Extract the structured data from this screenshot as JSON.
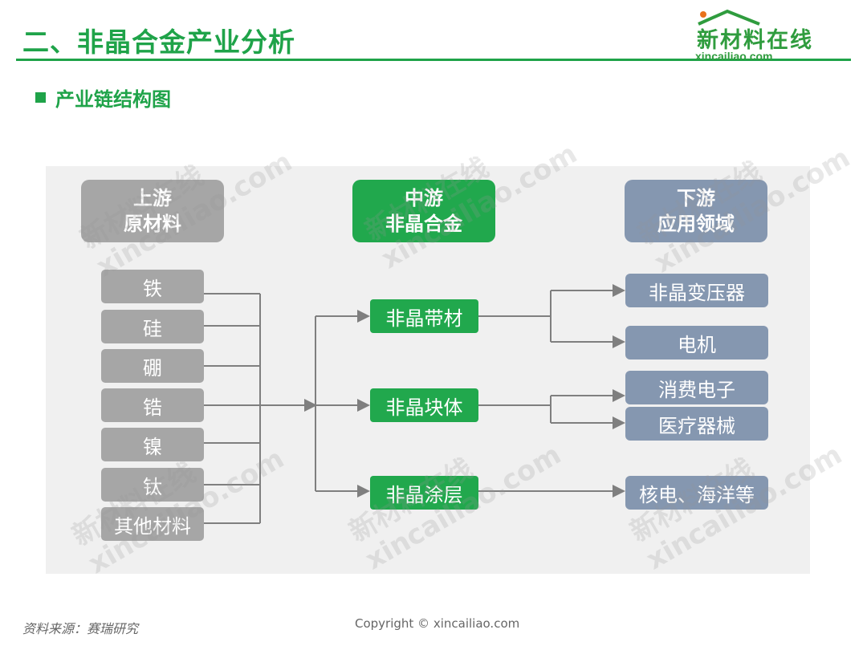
{
  "header": {
    "title": "二、非晶合金产业分析",
    "logo_text": "新材料在线",
    "logo_url": "xincailiao.com"
  },
  "section": {
    "title": "产业链结构图"
  },
  "diagram": {
    "upstream": {
      "line1": "上游",
      "line2": "原材料"
    },
    "midstream": {
      "line1": "中游",
      "line2": "非晶合金"
    },
    "downstream": {
      "line1": "下游",
      "line2": "应用领域"
    },
    "raw_materials": [
      "铁",
      "硅",
      "硼",
      "锆",
      "镍",
      "钛",
      "其他材料"
    ],
    "products": [
      "非晶带材",
      "非晶块体",
      "非晶涂层"
    ],
    "applications": [
      "非晶变压器",
      "电机",
      "消费电子",
      "医疗器械",
      "核电、海洋等"
    ]
  },
  "watermark": {
    "line1": "新材料在线",
    "line2": "xincailiao.com"
  },
  "footer": {
    "source": "资料来源：赛瑞研究",
    "copyright": "Copyright © xincailiao.com"
  },
  "colors": {
    "accent_green": "#1fa349",
    "raw_gray": "#a6a6a6",
    "app_blue_gray": "#8597b0",
    "connector": "#7f7f7f"
  }
}
